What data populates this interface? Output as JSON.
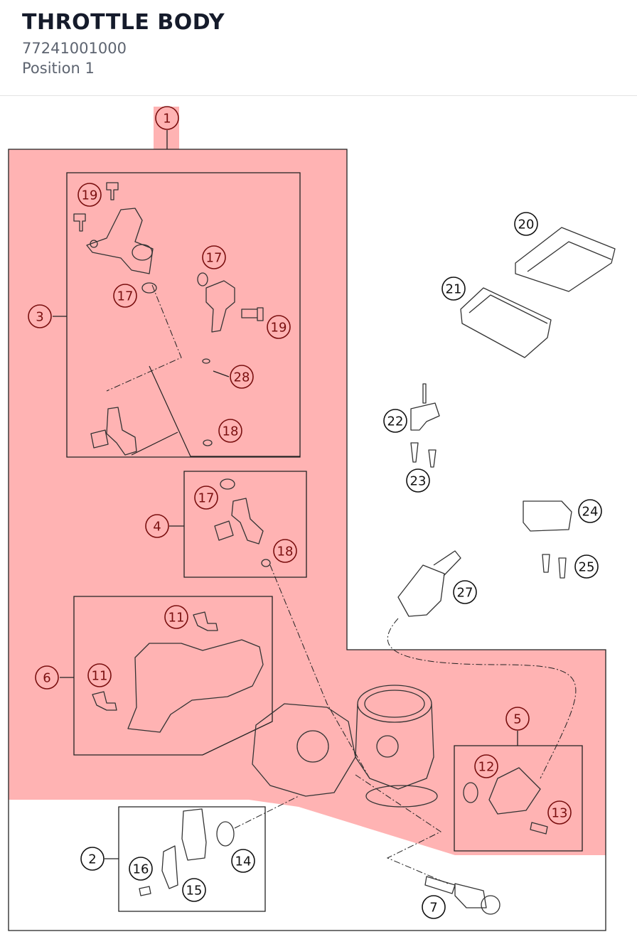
{
  "header": {
    "title": "THROTTLE BODY",
    "part_number": "77241001000",
    "position": "Position 1"
  },
  "diagram": {
    "highlight_color": "#ffb3b3",
    "line_color": "#222222",
    "callouts": [
      {
        "id": "c1",
        "label": "1",
        "highlighted": true
      },
      {
        "id": "c2",
        "label": "2",
        "highlighted": false
      },
      {
        "id": "c3",
        "label": "3",
        "highlighted": true
      },
      {
        "id": "c4",
        "label": "4",
        "highlighted": true
      },
      {
        "id": "c5",
        "label": "5",
        "highlighted": true
      },
      {
        "id": "c6",
        "label": "6",
        "highlighted": true
      },
      {
        "id": "c7",
        "label": "7",
        "highlighted": false
      },
      {
        "id": "c11a",
        "label": "11",
        "highlighted": true
      },
      {
        "id": "c11b",
        "label": "11",
        "highlighted": true
      },
      {
        "id": "c12",
        "label": "12",
        "highlighted": true
      },
      {
        "id": "c13",
        "label": "13",
        "highlighted": true
      },
      {
        "id": "c14",
        "label": "14",
        "highlighted": false
      },
      {
        "id": "c15",
        "label": "15",
        "highlighted": false
      },
      {
        "id": "c16",
        "label": "16",
        "highlighted": false
      },
      {
        "id": "c17a",
        "label": "17",
        "highlighted": true
      },
      {
        "id": "c17b",
        "label": "17",
        "highlighted": true
      },
      {
        "id": "c17c",
        "label": "17",
        "highlighted": true
      },
      {
        "id": "c18a",
        "label": "18",
        "highlighted": true
      },
      {
        "id": "c18b",
        "label": "18",
        "highlighted": true
      },
      {
        "id": "c19a",
        "label": "19",
        "highlighted": true
      },
      {
        "id": "c19b",
        "label": "19",
        "highlighted": true
      },
      {
        "id": "c20",
        "label": "20",
        "highlighted": false
      },
      {
        "id": "c21",
        "label": "21",
        "highlighted": false
      },
      {
        "id": "c22",
        "label": "22",
        "highlighted": false
      },
      {
        "id": "c23",
        "label": "23",
        "highlighted": false
      },
      {
        "id": "c24",
        "label": "24",
        "highlighted": false
      },
      {
        "id": "c25",
        "label": "25",
        "highlighted": false
      },
      {
        "id": "c27",
        "label": "27",
        "highlighted": false
      },
      {
        "id": "c28",
        "label": "28",
        "highlighted": true
      }
    ]
  }
}
